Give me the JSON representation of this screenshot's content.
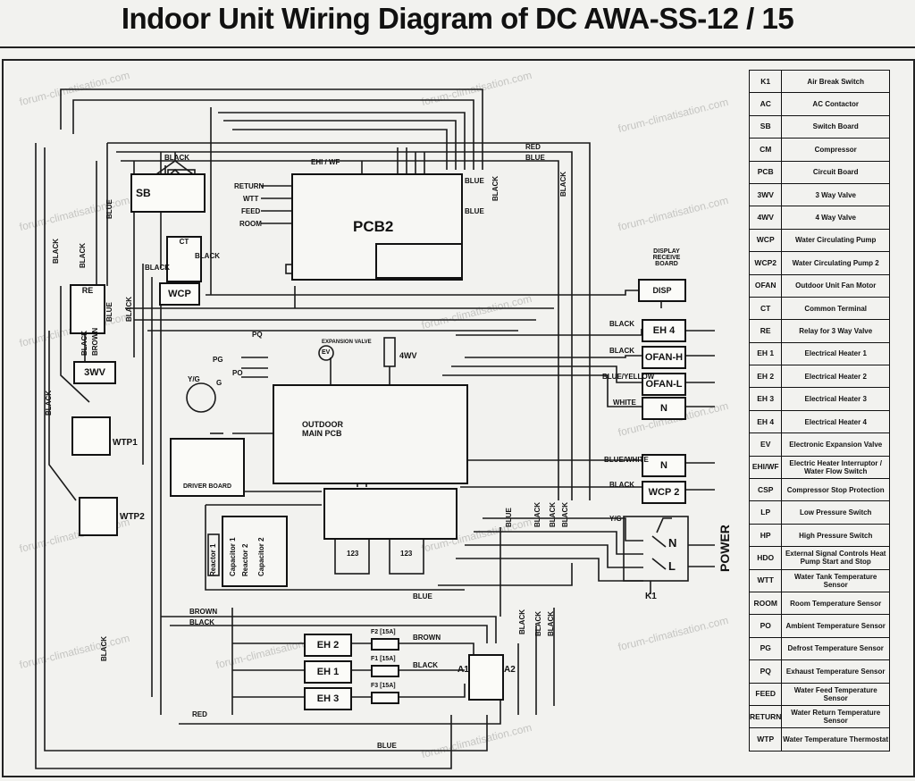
{
  "title": "Indoor Unit Wiring Diagram of DC  AWA-SS-12 / 15",
  "watermark": "forum-climatisation.com",
  "components": {
    "pcb2": "PCB2",
    "outdoor_main_pcb": "OUTDOOR MAIN PCB",
    "sb": "SB",
    "ct": "CT",
    "re": "RE",
    "wcp": "WCP",
    "three_wv": "3WV",
    "wtp1": "WTP1",
    "wtp2": "WTP2",
    "driver_board": "DRIVER BOARD",
    "display_board": "DISPLAY RECEIVE BOARD",
    "disp": "DISP",
    "ehi_wf": "EHI / WF",
    "return": "RETURN",
    "wtt": "WTT",
    "feed": "FEED",
    "room": "ROOM",
    "pq": "PQ",
    "pg": "PG",
    "po": "PO",
    "ev": "EV",
    "expansion_valve": "EXPANSION VALVE",
    "four_wv": "4WV",
    "eh4": "EH 4",
    "ofan_h": "OFAN-H",
    "ofan_l": "OFAN-L",
    "n1": "N",
    "n2": "N",
    "wcp2": "WCP 2",
    "eh1": "EH 1",
    "eh2": "EH 2",
    "eh3": "EH 3",
    "f1": "F1 [15A]",
    "f2": "F2 [15A]",
    "f3": "F3 [15A]",
    "a1": "A1",
    "a2": "A2",
    "k1": "K1",
    "power": "POWER",
    "yg": "Y/G",
    "l": "L",
    "n": "N",
    "reactor1": "Reactor 1",
    "reactor2": "Reactor 2",
    "capacitor1": "Capacitor 1",
    "capacitor2": "Capacitor 2",
    "motor_yg": "Y/G",
    "motor_g": "G",
    "terminal_123a": "123",
    "terminal_123b": "123"
  },
  "wire_labels": {
    "black": "BLACK",
    "blue": "BLUE",
    "red": "RED",
    "brown": "BROWN",
    "white": "WHITE",
    "blue_yellow": "BLUE/YELLOW",
    "blue_white": "BLUE/WHITE"
  },
  "legend": [
    {
      "code": "K1",
      "desc": "Air Break Switch"
    },
    {
      "code": "AC",
      "desc": "AC Contactor"
    },
    {
      "code": "SB",
      "desc": "Switch Board"
    },
    {
      "code": "CM",
      "desc": "Compressor"
    },
    {
      "code": "PCB",
      "desc": "Circuit Board"
    },
    {
      "code": "3WV",
      "desc": "3 Way Valve"
    },
    {
      "code": "4WV",
      "desc": "4 Way Valve"
    },
    {
      "code": "WCP",
      "desc": "Water Circulating Pump"
    },
    {
      "code": "WCP2",
      "desc": "Water Circulating Pump 2"
    },
    {
      "code": "OFAN",
      "desc": "Outdoor Unit Fan Motor"
    },
    {
      "code": "CT",
      "desc": "Common Terminal"
    },
    {
      "code": "RE",
      "desc": "Relay for 3 Way Valve"
    },
    {
      "code": "EH 1",
      "desc": "Electrical Heater 1"
    },
    {
      "code": "EH 2",
      "desc": "Electrical Heater 2"
    },
    {
      "code": "EH 3",
      "desc": "Electrical Heater 3"
    },
    {
      "code": "EH 4",
      "desc": "Electrical Heater 4"
    },
    {
      "code": "EV",
      "desc": "Electronic Expansion Valve"
    },
    {
      "code": "EHI/WF",
      "desc": "Electric Heater Interruptor / Water Flow Switch"
    },
    {
      "code": "CSP",
      "desc": "Compressor Stop Protection"
    },
    {
      "code": "LP",
      "desc": "Low Pressure Switch"
    },
    {
      "code": "HP",
      "desc": "High Pressure Switch"
    },
    {
      "code": "HDO",
      "desc": "External Signal Controls Heat Pump Start and Stop"
    },
    {
      "code": "WTT",
      "desc": "Water Tank Temperature Sensor"
    },
    {
      "code": "ROOM",
      "desc": "Room Temperature Sensor"
    },
    {
      "code": "PO",
      "desc": "Ambient Temperature Sensor"
    },
    {
      "code": "PG",
      "desc": "Defrost Temperature Sensor"
    },
    {
      "code": "PQ",
      "desc": "Exhaust Temperature Sensor"
    },
    {
      "code": "FEED",
      "desc": "Water Feed Temperature Sensor"
    },
    {
      "code": "RETURN",
      "desc": "Water Return Temperature Sensor"
    },
    {
      "code": "WTP",
      "desc": "Water Temperature Thermostat"
    }
  ]
}
